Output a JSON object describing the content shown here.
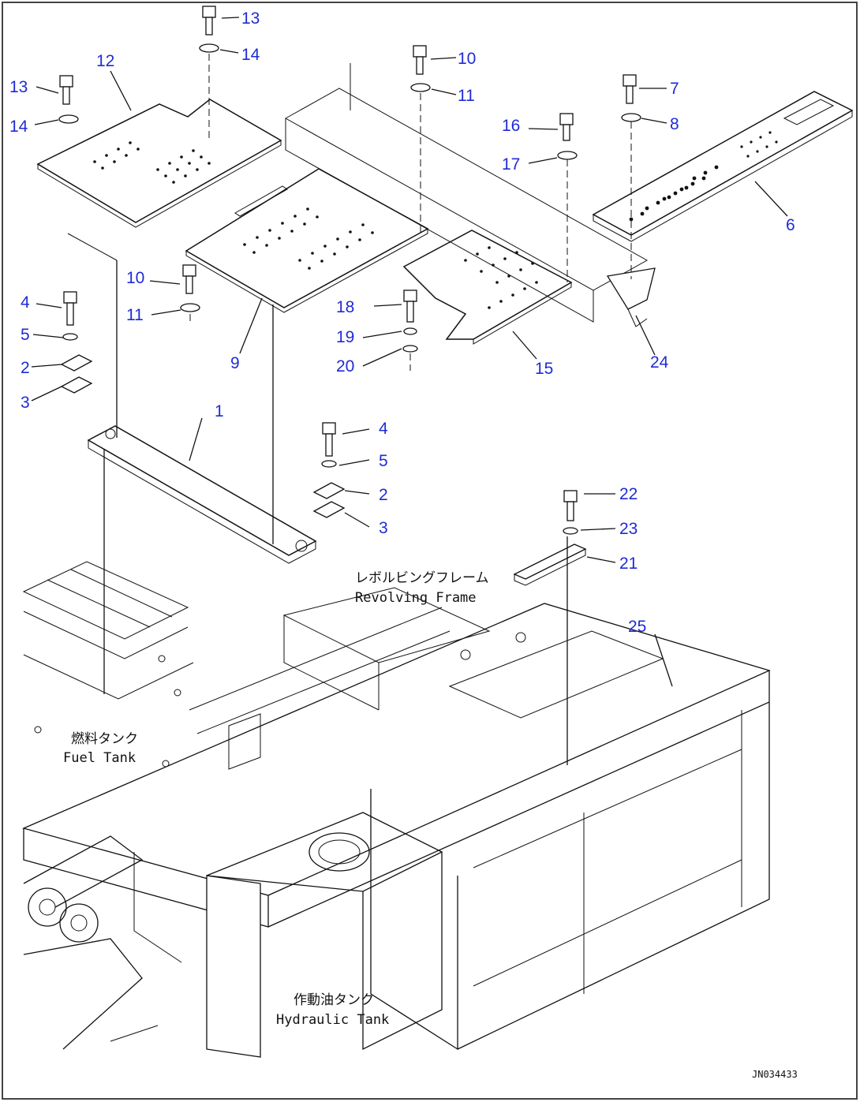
{
  "drawing_code": "JN034433",
  "callouts": [
    "1",
    "2",
    "3",
    "4",
    "5",
    "6",
    "7",
    "8",
    "9",
    "10",
    "11",
    "12",
    "13",
    "14",
    "15",
    "16",
    "17",
    "18",
    "19",
    "20",
    "21",
    "22",
    "23",
    "24",
    "25"
  ],
  "labels": {
    "revolving_frame_jp": "レボルビングフレーム",
    "revolving_frame_en": "Revolving Frame",
    "fuel_tank_jp": "燃料タンク",
    "fuel_tank_en": "Fuel Tank",
    "hydraulic_tank_jp": "作動油タンク",
    "hydraulic_tank_en": "Hydraulic Tank"
  },
  "colors": {
    "callout": "#1f2bd6",
    "line": "#111111",
    "border": "#444444"
  }
}
